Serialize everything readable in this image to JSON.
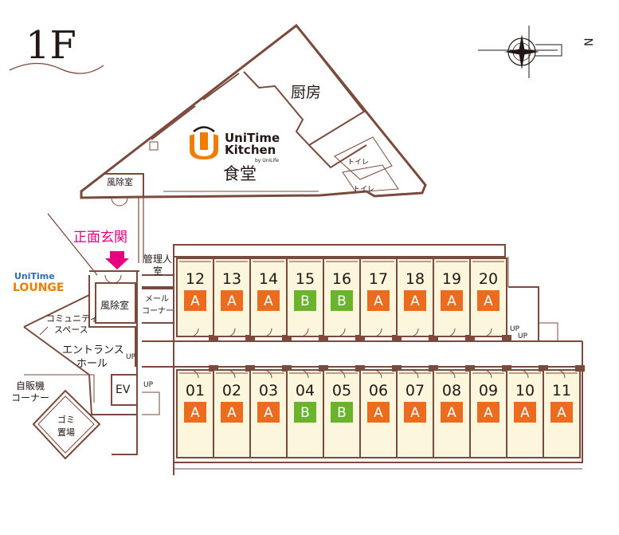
{
  "floor_label": "1F",
  "colors": {
    "wall": "#7a4a3c",
    "room_fill": "#fbf6dc",
    "type_a": "#ec6c1f",
    "type_b": "#6ab42d",
    "accent_pink": "#e6007e",
    "lounge_orange": "#ee7d00",
    "lounge_blue": "#2e6db4"
  },
  "labels": {
    "kitchen": "厨房",
    "dining": "食堂",
    "toilet_1": "トイレ",
    "toilet_2": "トイレ",
    "windbreak_top": "風除室",
    "windbreak_main": "風除室",
    "main_entrance": "正面玄関",
    "manager_room_l1": "管理人",
    "manager_room_l2": "室",
    "mail_l1": "メール",
    "mail_l2": "コーナー",
    "community_l1": "コミュニティ",
    "community_l2": "スペース",
    "entrance_hall_l1": "エントランス",
    "entrance_hall_l2": "ホール",
    "vending_l1": "自販機",
    "vending_l2": "コーナー",
    "elevator": "EV",
    "garbage_l1": "ゴミ",
    "garbage_l2": "置場",
    "up_hall": "UP",
    "up_stair_left": "UP",
    "up_right_1": "UP",
    "up_right_2": "UP"
  },
  "logos": {
    "kitchen_line1": "UniTime",
    "kitchen_line2": "Kitchen",
    "kitchen_by": "by UniLife",
    "lounge_line1": "UniTime",
    "lounge_line2": "LOUNGE"
  },
  "compass": {
    "north": "N"
  },
  "rooms_top": [
    {
      "number": "12",
      "type": "A"
    },
    {
      "number": "13",
      "type": "A"
    },
    {
      "number": "14",
      "type": "A"
    },
    {
      "number": "15",
      "type": "B"
    },
    {
      "number": "16",
      "type": "B"
    },
    {
      "number": "17",
      "type": "A"
    },
    {
      "number": "18",
      "type": "A"
    },
    {
      "number": "19",
      "type": "A"
    },
    {
      "number": "20",
      "type": "A"
    }
  ],
  "rooms_bottom": [
    {
      "number": "01",
      "type": "A"
    },
    {
      "number": "02",
      "type": "A"
    },
    {
      "number": "03",
      "type": "A"
    },
    {
      "number": "04",
      "type": "B"
    },
    {
      "number": "05",
      "type": "B"
    },
    {
      "number": "06",
      "type": "A"
    },
    {
      "number": "07",
      "type": "A"
    },
    {
      "number": "08",
      "type": "A"
    },
    {
      "number": "09",
      "type": "A"
    },
    {
      "number": "10",
      "type": "A"
    },
    {
      "number": "11",
      "type": "A"
    }
  ]
}
